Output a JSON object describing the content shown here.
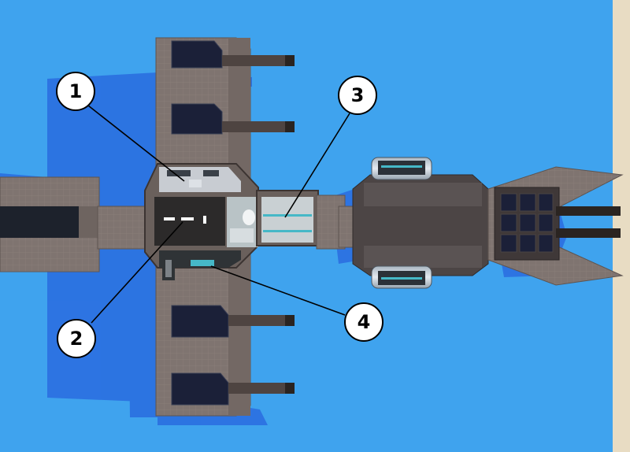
{
  "scene": {
    "water_color": "#3fa3ee",
    "shadow_color": "#2b6fe0",
    "hull_color": "#7f7470",
    "hull_edge_color": "#5e5450",
    "solar_panel_color": "#1b2038",
    "sand_color": "#e8dcc3"
  },
  "callouts": [
    {
      "label": "1"
    },
    {
      "label": "2"
    },
    {
      "label": "3"
    },
    {
      "label": "4"
    }
  ]
}
